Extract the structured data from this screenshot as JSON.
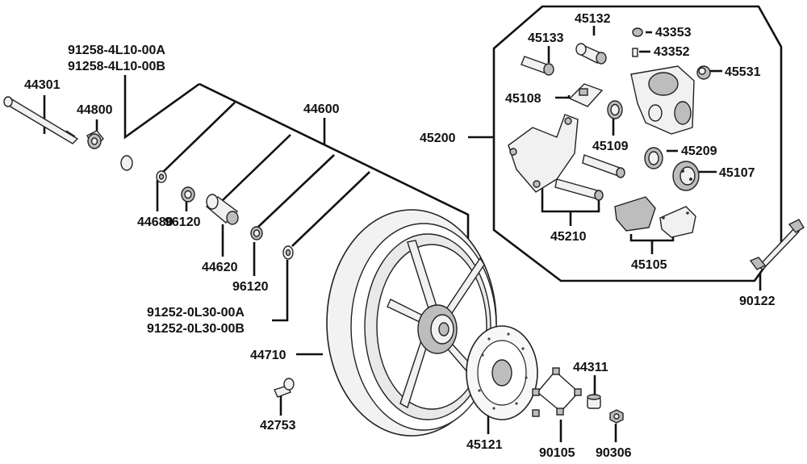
{
  "labels": {
    "p44301": "44301",
    "p44800": "44800",
    "p91258a": "91258-4L10-00A",
    "p91258b": "91258-4L10-00B",
    "p44600": "44600",
    "p44680": "44680",
    "p96120a": "96120",
    "p44620": "44620",
    "p96120b": "96120",
    "p91252a": "91252-0L30-00A",
    "p91252b": "91252-0L30-00B",
    "p44710": "44710",
    "p42753": "42753",
    "p45121": "45121",
    "p90105": "90105",
    "p44311": "44311",
    "p90306": "90306",
    "p90122": "90122",
    "p45200": "45200",
    "p45132": "45132",
    "p45133": "45133",
    "p43353": "43353",
    "p43352": "43352",
    "p45531": "45531",
    "p45108": "45108",
    "p45109": "45109",
    "p45209": "45209",
    "p45107": "45107",
    "p45210": "45210",
    "p45105": "45105"
  },
  "colors": {
    "line": "#111111",
    "background": "#ffffff"
  }
}
